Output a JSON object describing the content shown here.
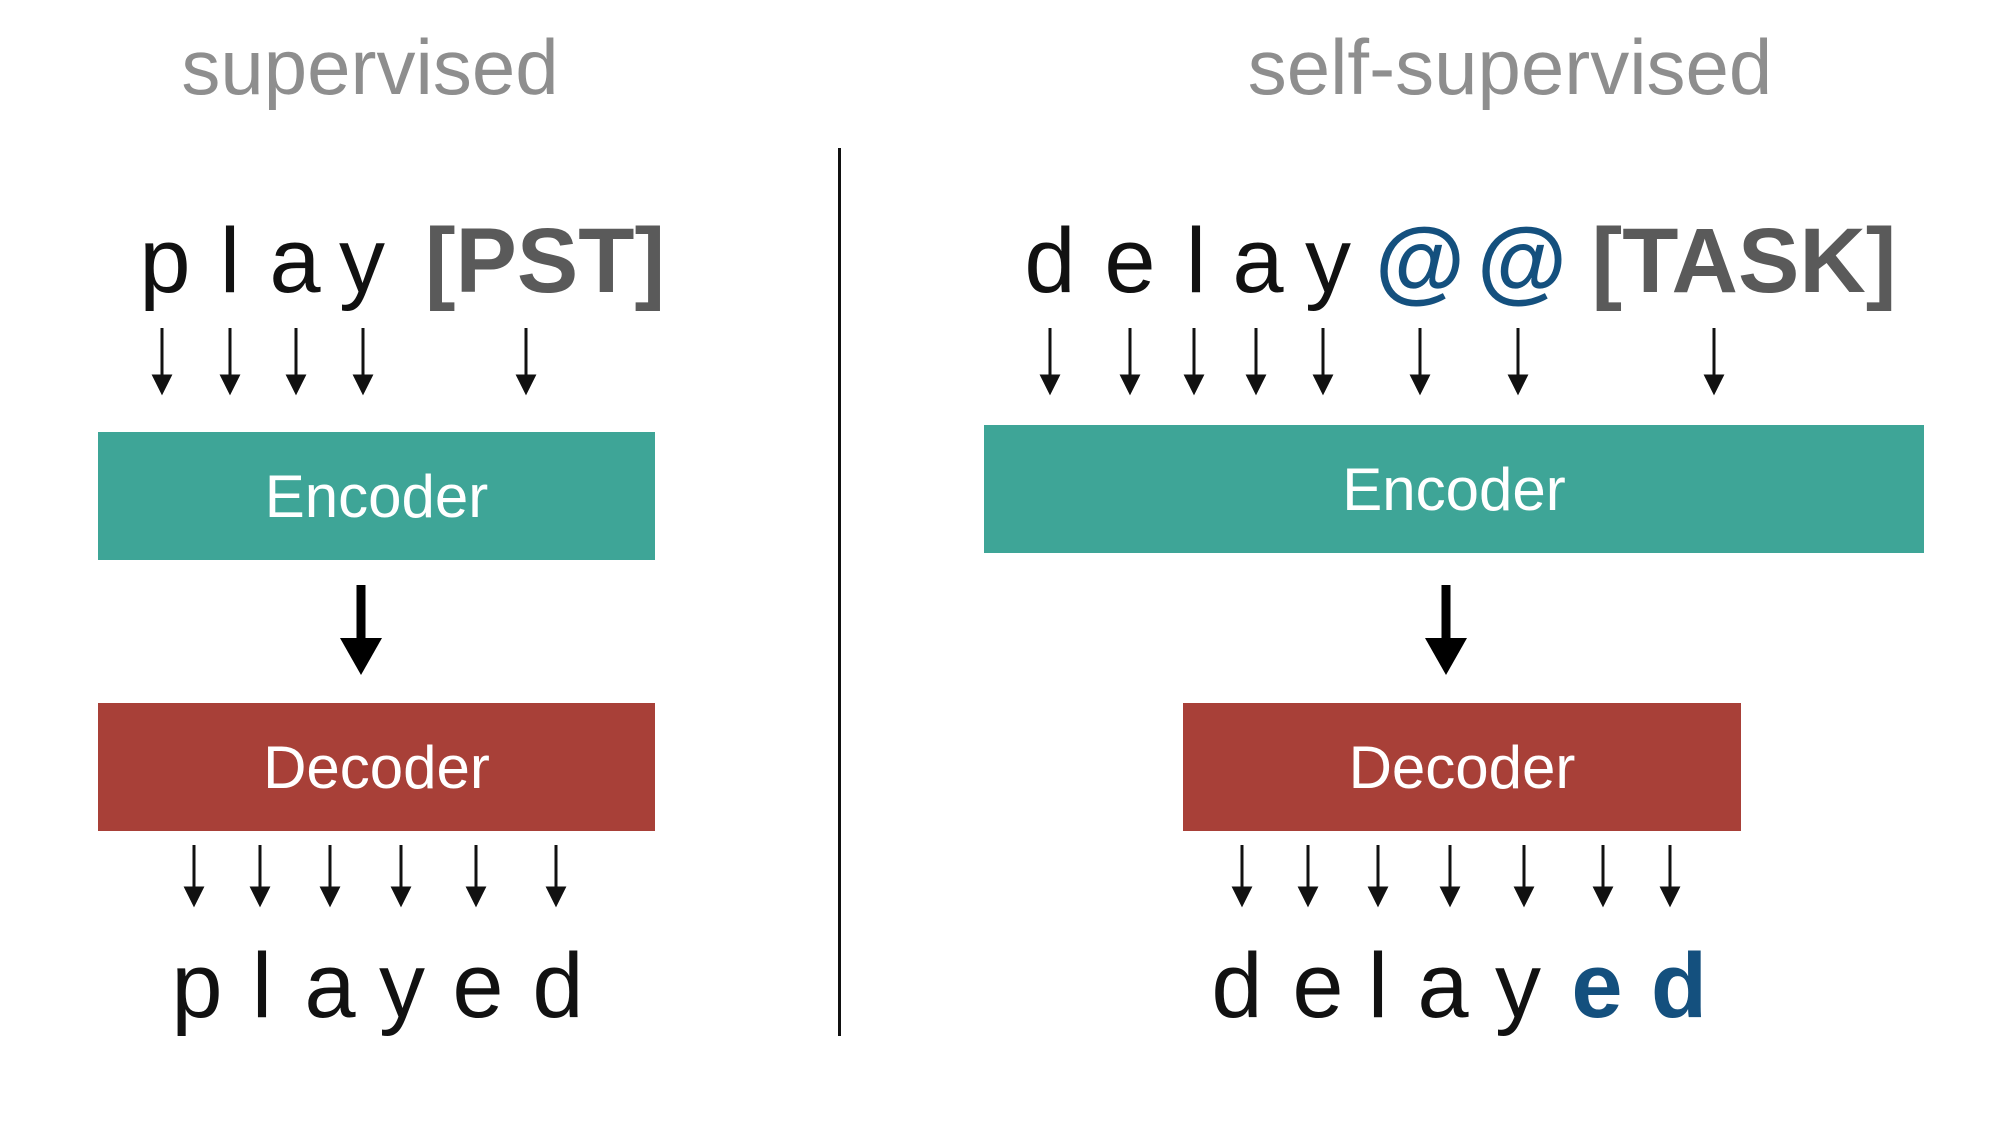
{
  "titles": {
    "left": "supervised",
    "right": "self-supervised"
  },
  "left": {
    "input_tokens": [
      "p",
      "l",
      "a",
      "y",
      "[PST]"
    ],
    "encoder_label": "Encoder",
    "decoder_label": "Decoder",
    "output_tokens": [
      "p",
      "l",
      "a",
      "y",
      "e",
      "d"
    ]
  },
  "right": {
    "input_tokens": [
      "d",
      "e",
      "l",
      "a",
      "y",
      "@",
      "@",
      "[TASK]"
    ],
    "encoder_label": "Encoder",
    "decoder_label": "Decoder",
    "output_tokens": [
      "d",
      "e",
      "l",
      "a",
      "y",
      "e",
      "d"
    ]
  },
  "colors": {
    "encoder": "#3ea597",
    "decoder": "#a84038",
    "accent": "#14507e",
    "special_token": "#5a5a5a",
    "title": "#8e8e8e"
  }
}
